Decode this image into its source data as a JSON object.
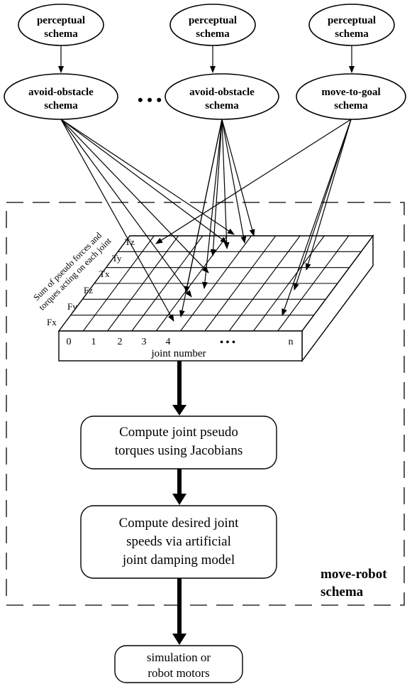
{
  "schemas": {
    "perceptual": [
      "perceptual",
      "schema"
    ],
    "avoid_obstacle": [
      "avoid-obstacle",
      "schema"
    ],
    "move_to_goal": [
      "move-to-goal",
      "schema"
    ],
    "ellipsis": "• • •"
  },
  "grid": {
    "side_label_lines": [
      "Sum of pseudo forces and",
      "torques acting on each joint"
    ],
    "row_labels": [
      "Tz",
      "Ty",
      "Tx",
      "Fz",
      "Fy",
      "Fx"
    ],
    "joint_numbers": [
      "0",
      "1",
      "2",
      "3",
      "4",
      "n"
    ],
    "joint_ellipsis": "• • •",
    "joint_axis_label": "joint number"
  },
  "process": {
    "step1": [
      "Compute joint pseudo",
      "torques using Jacobians"
    ],
    "step2": [
      "Compute desired joint",
      "speeds via artificial",
      "joint damping model"
    ],
    "output": [
      "simulation or",
      "robot motors"
    ]
  },
  "container_label": [
    "move-robot",
    "schema"
  ],
  "colors": {
    "ink": "#000000",
    "paper": "#ffffff"
  }
}
